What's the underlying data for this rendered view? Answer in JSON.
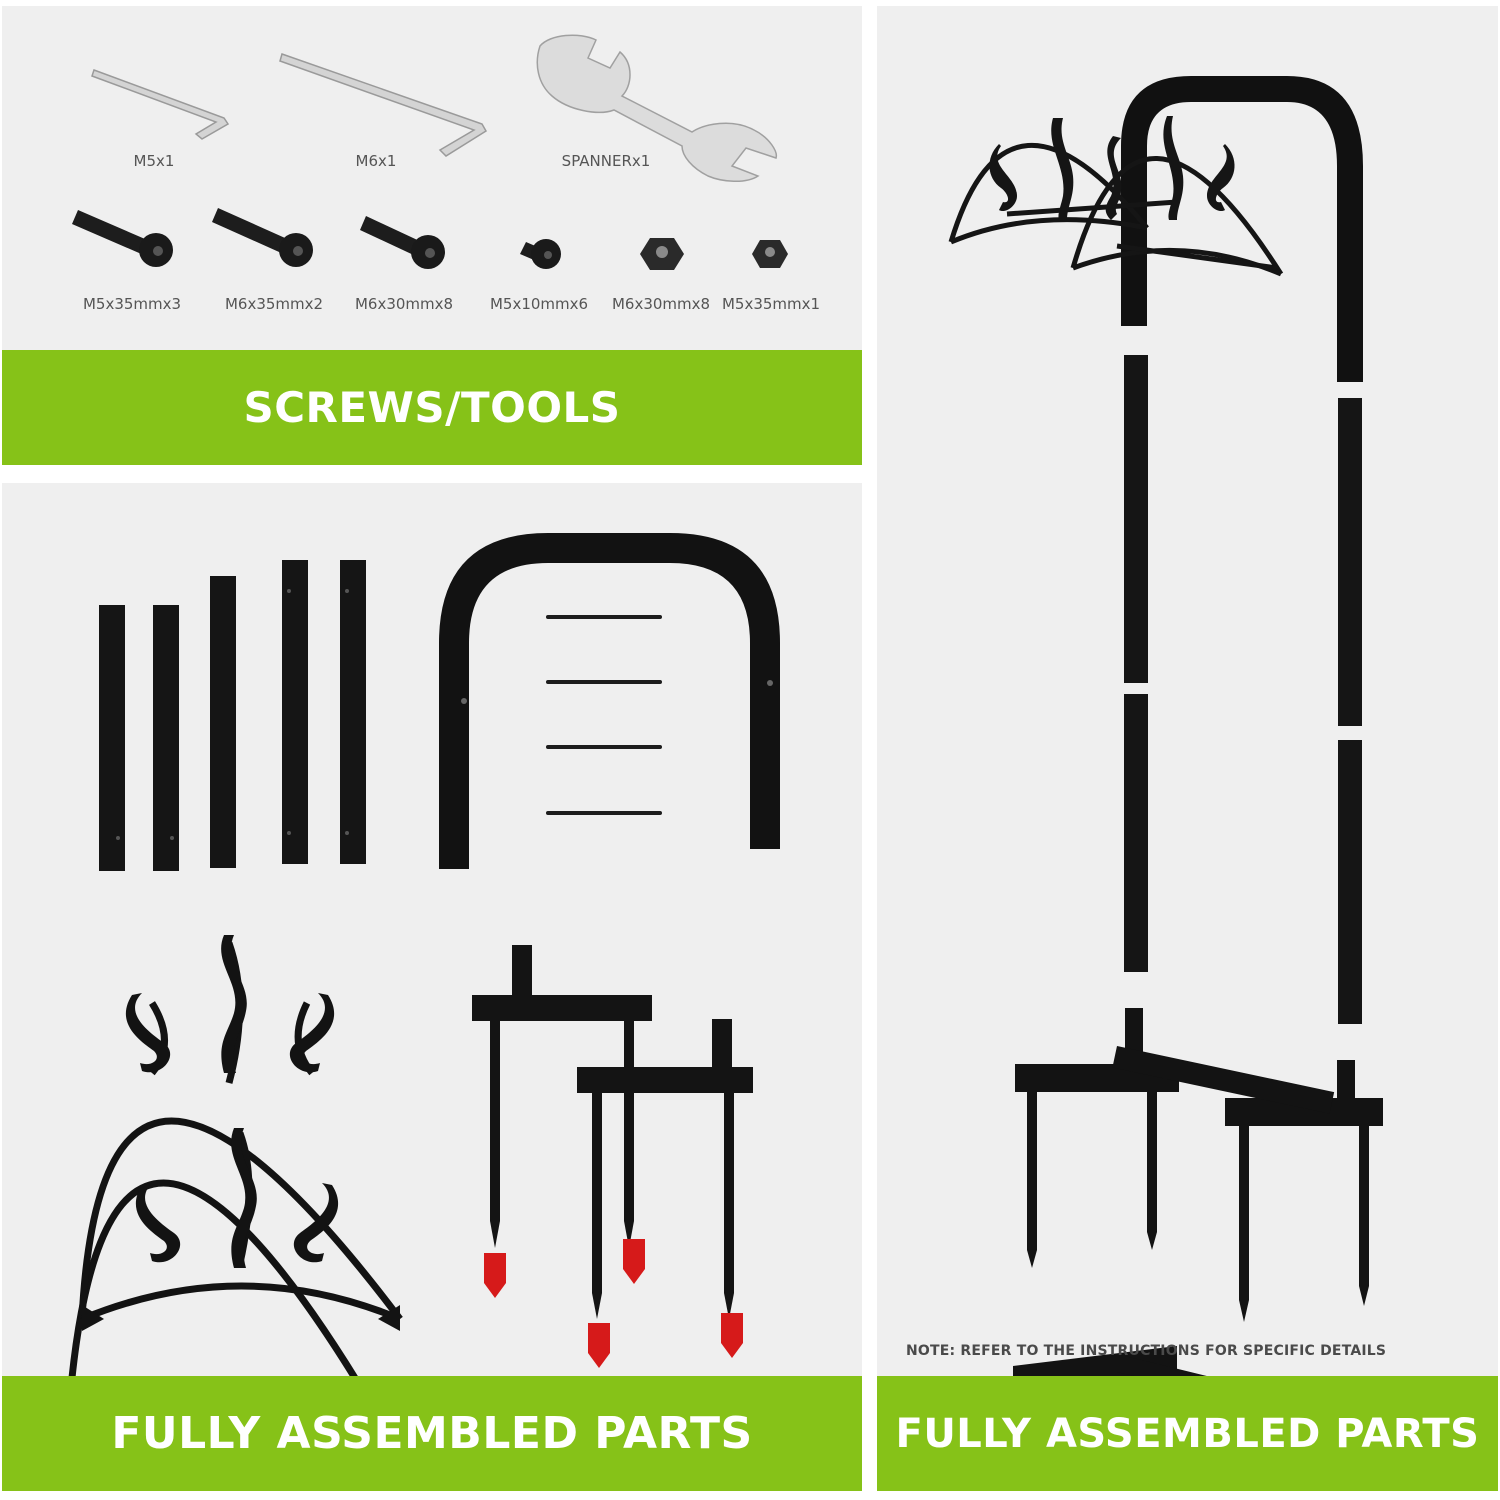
{
  "screws_tools": {
    "tools": [
      {
        "label": "M5x1",
        "icon": "allen-key-icon"
      },
      {
        "label": "M6x1",
        "icon": "allen-key-icon"
      },
      {
        "label": "SPANNERx1",
        "icon": "spanner-icon"
      }
    ],
    "screws": [
      {
        "label": "M5x35mmx3",
        "icon": "bolt-icon"
      },
      {
        "label": "M6x35mmx2",
        "icon": "bolt-icon"
      },
      {
        "label": "M6x30mmx8",
        "icon": "bolt-icon"
      },
      {
        "label": "M5x10mmx6",
        "icon": "bolt-icon"
      },
      {
        "label": "M6x30mmx8",
        "icon": "nut-icon"
      },
      {
        "label": "M5x35mmx1",
        "icon": "nut-icon"
      }
    ],
    "banner": "SCREWS/TOOLS"
  },
  "parts": {
    "banner": "FULLY ASSEMBLED PARTS"
  },
  "assembled": {
    "banner": "FULLY ASSEMBLED PARTS",
    "note": "NOTE: REFER TO THE INSTRUCTIONS FOR SPECIFIC DETAILS"
  },
  "colors": {
    "banner_green": "#86c218",
    "panel_gray": "#efefef",
    "metal_black": "#161616",
    "cap_red": "#d61a1a"
  }
}
